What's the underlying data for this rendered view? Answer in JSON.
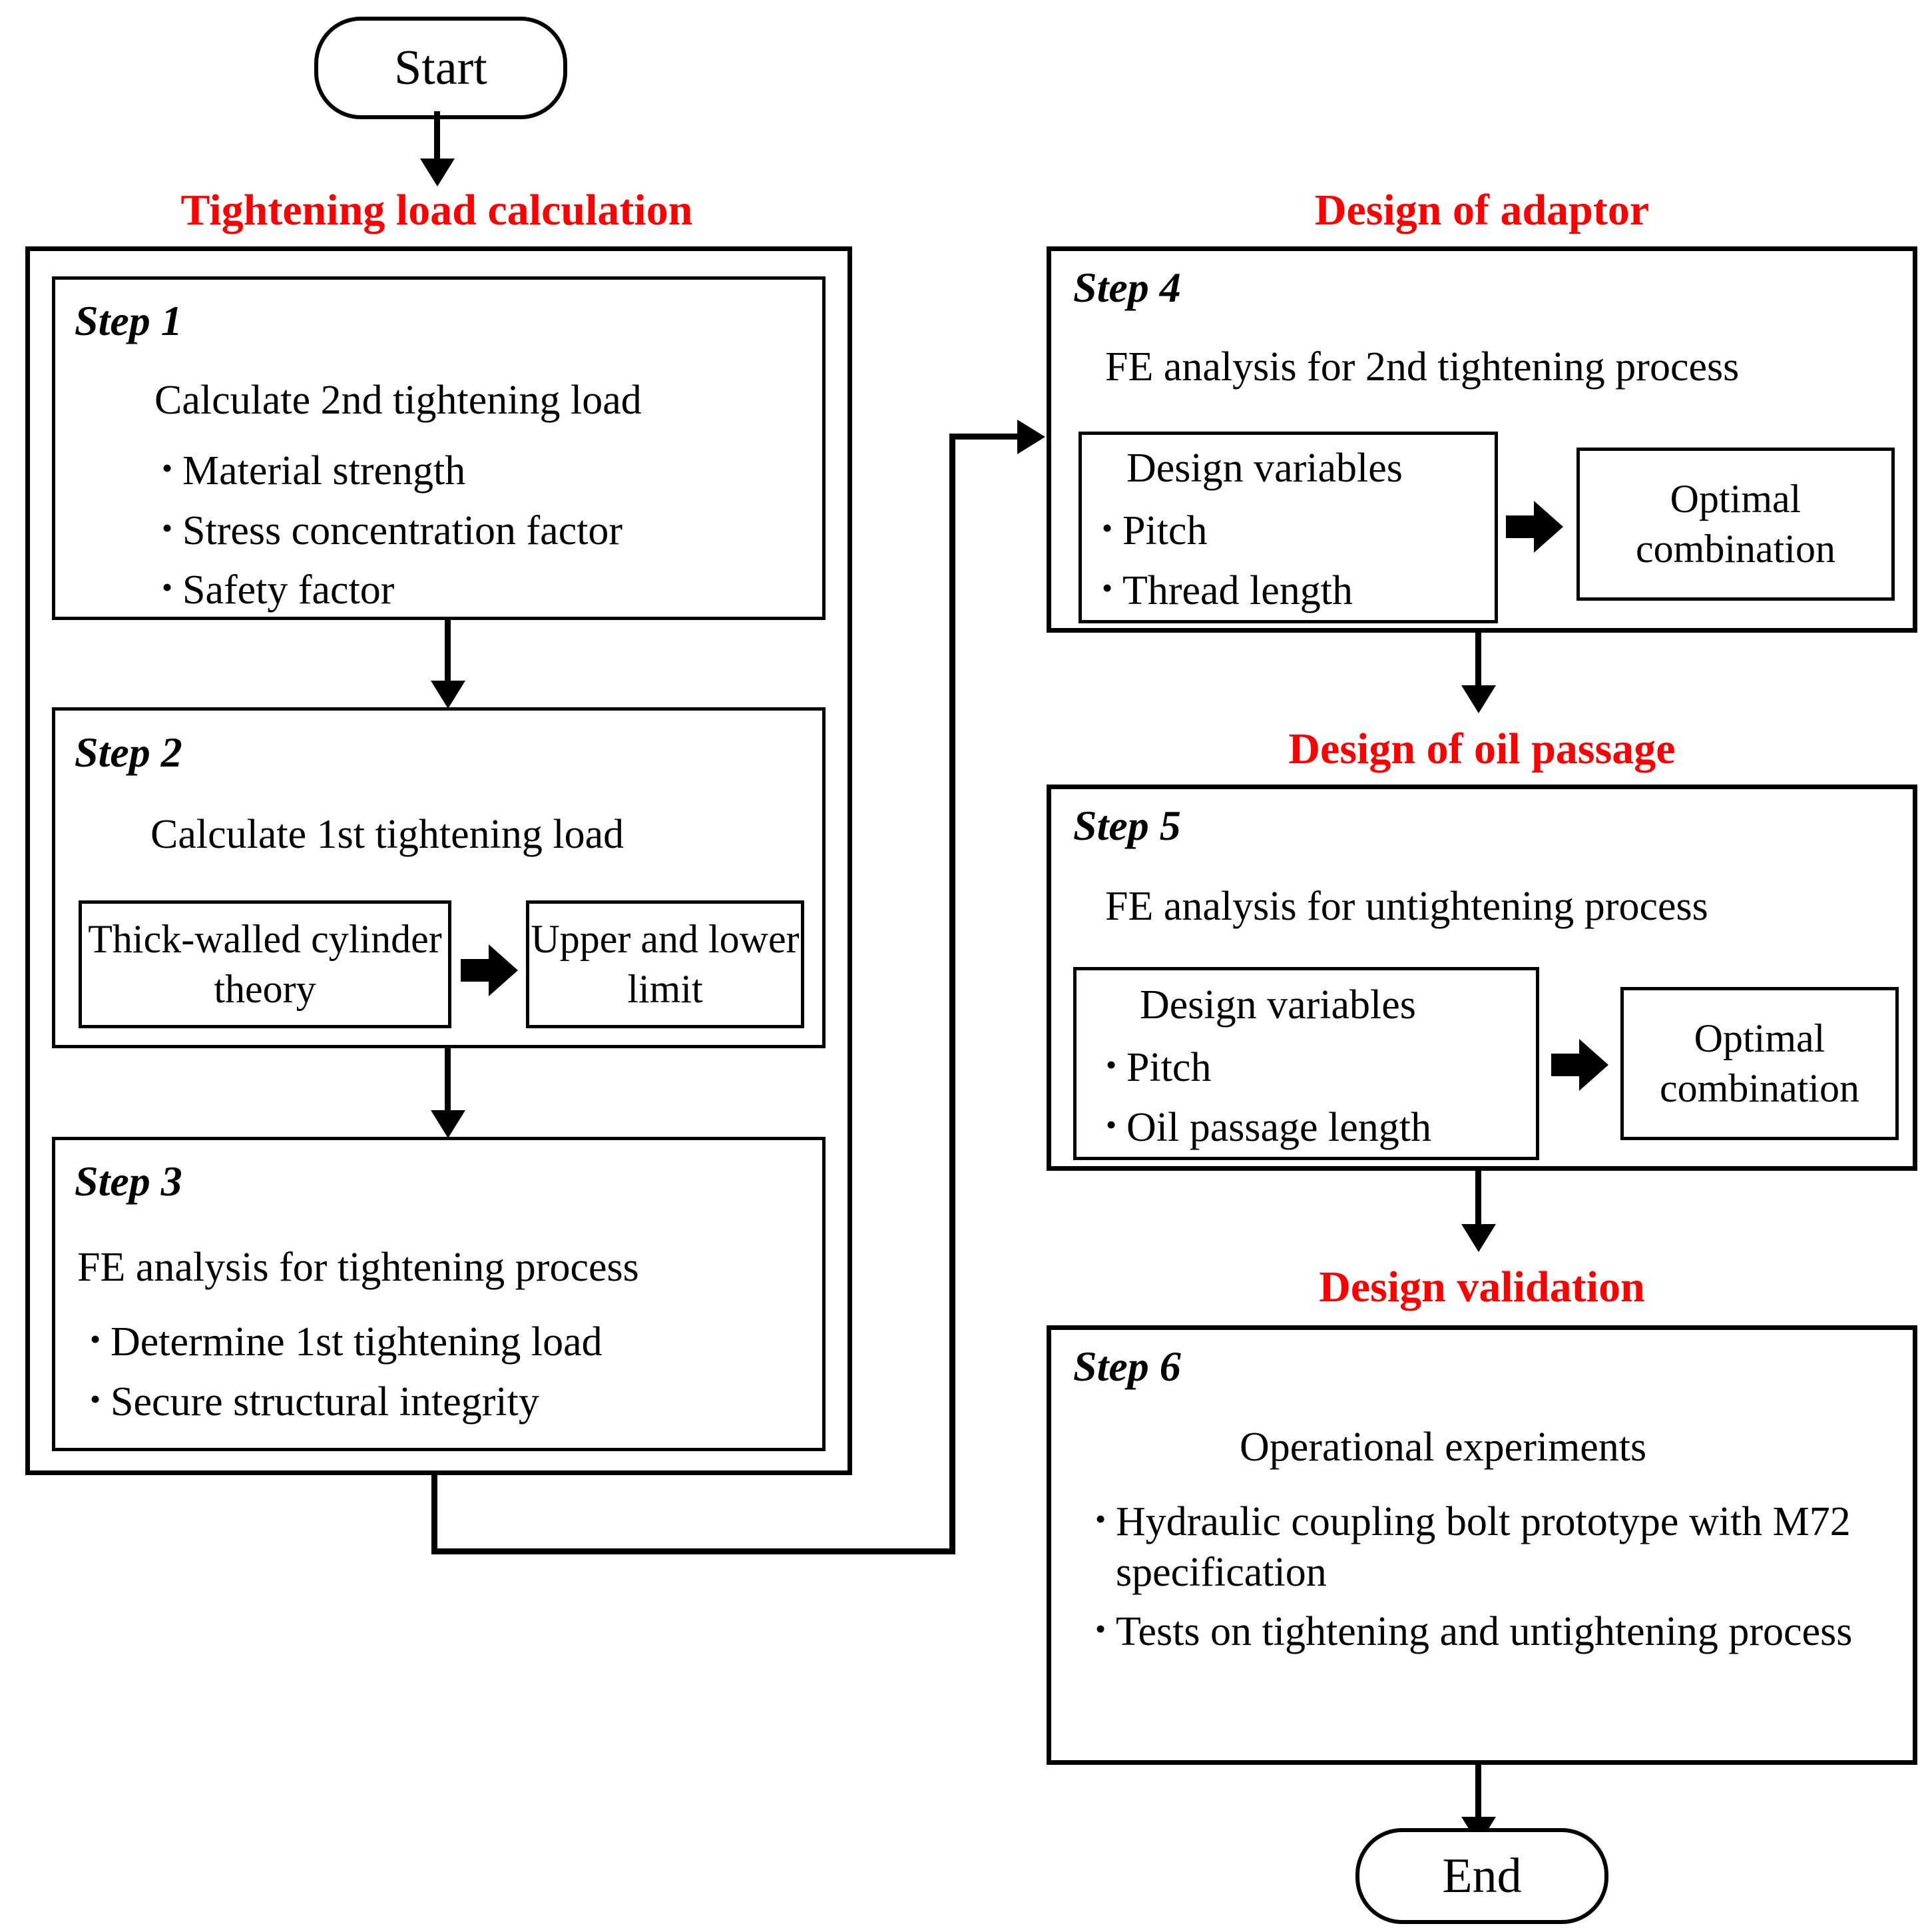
{
  "colors": {
    "accent_red": "#FF0000",
    "line": "#000000",
    "background": "#FFFFFF"
  },
  "terminators": {
    "start": "Start",
    "end": "End"
  },
  "groups": [
    {
      "id": "tightening-load-calculation",
      "title": "Tightening load calculation",
      "steps": [
        {
          "label": "Step 1",
          "headline": "Calculate 2nd tightening load",
          "bullets": [
            "Material strength",
            "Stress concentration factor",
            "Safety factor"
          ]
        },
        {
          "label": "Step 2",
          "headline": "Calculate 1st tightening load",
          "sub_left": "Thick-walled cylinder theory",
          "sub_right": "Upper and lower limit"
        },
        {
          "label": "Step 3",
          "headline": "FE analysis for tightening process",
          "bullets": [
            "Determine 1st tightening load",
            "Secure structural integrity"
          ]
        }
      ]
    },
    {
      "id": "design-of-adaptor",
      "title": "Design of adaptor",
      "steps": [
        {
          "label": "Step 4",
          "headline": "FE analysis for 2nd tightening process",
          "sub_left_title": "Design variables",
          "sub_left_bullets": [
            "Pitch",
            "Thread length"
          ],
          "sub_right": "Optimal combination"
        }
      ]
    },
    {
      "id": "design-of-oil-passage",
      "title": "Design of oil passage",
      "steps": [
        {
          "label": "Step 5",
          "headline": "FE analysis for untightening process",
          "sub_left_title": "Design variables",
          "sub_left_bullets": [
            "Pitch",
            "Oil passage length"
          ],
          "sub_right": "Optimal combination"
        }
      ]
    },
    {
      "id": "design-validation",
      "title": "Design validation",
      "steps": [
        {
          "label": "Step 6",
          "headline": "Operational experiments",
          "bullets": [
            "Hydraulic coupling bolt prototype with M72 specification",
            "Tests on tightening and untightening process"
          ]
        }
      ]
    }
  ],
  "bullet_glyph": "•",
  "chart_data": {
    "type": "table",
    "title": "Design procedure flowchart for hydraulic coupling bolt",
    "nodes": [
      "Start",
      "Step 1: Calculate 2nd tightening load",
      "Step 2: Calculate 1st tightening load",
      "Step 3: FE analysis for tightening process",
      "Step 4: FE analysis for 2nd tightening process",
      "Step 5: FE analysis for untightening process",
      "Step 6: Operational experiments",
      "End"
    ],
    "edges": [
      [
        "Start",
        "Step 1"
      ],
      [
        "Step 1",
        "Step 2"
      ],
      [
        "Step 2",
        "Step 3"
      ],
      [
        "Step 3",
        "Step 4"
      ],
      [
        "Step 4",
        "Step 5"
      ],
      [
        "Step 5",
        "Step 6"
      ],
      [
        "Step 6",
        "End"
      ]
    ]
  }
}
